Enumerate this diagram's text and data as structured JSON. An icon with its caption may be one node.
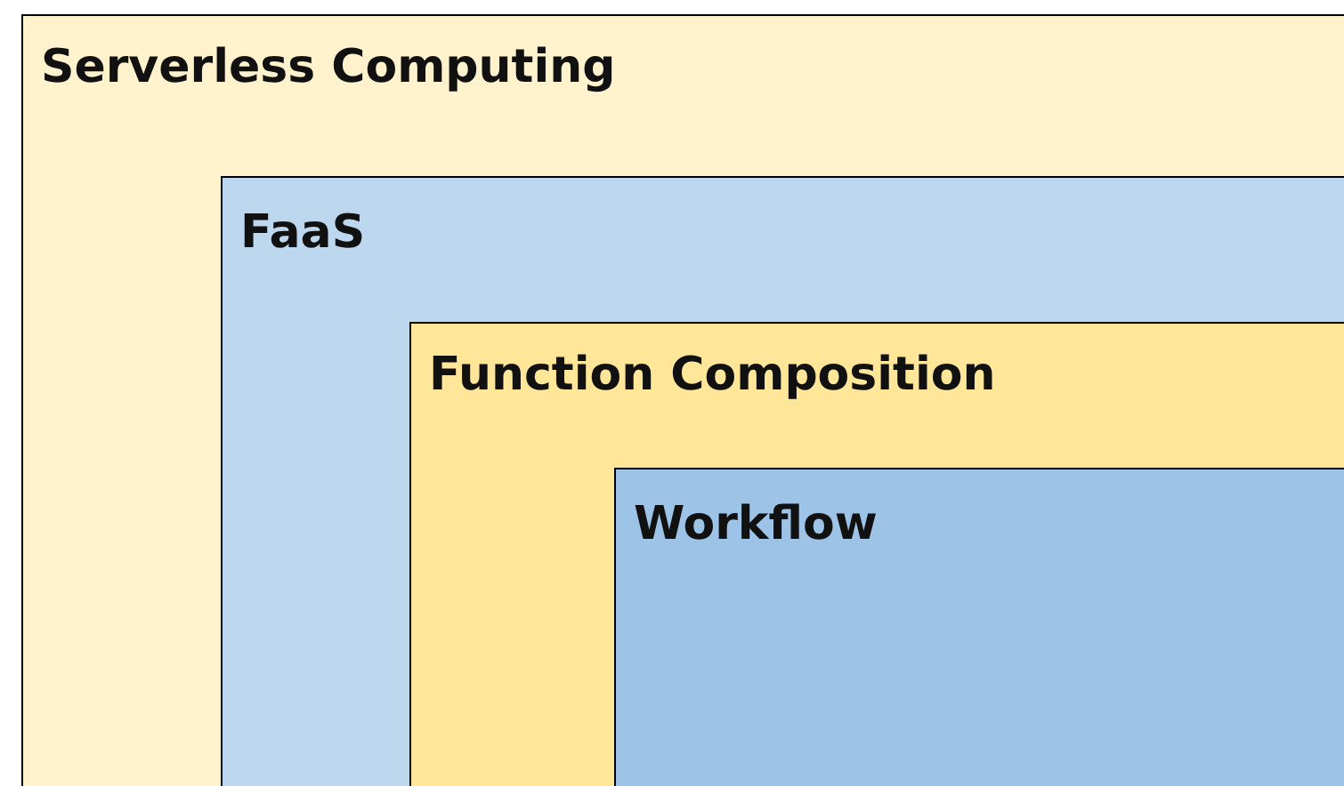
{
  "diagram": {
    "nodes": [
      {
        "text": [
          "Serverless Computing"
        ]
      },
      {
        "text": [
          "FaaS"
        ],
        "in": 0
      },
      {
        "text": [
          "Function Composition"
        ],
        "in": 1
      },
      {
        "text": [
          "Workflow"
        ],
        "in": 2
      }
    ]
  }
}
